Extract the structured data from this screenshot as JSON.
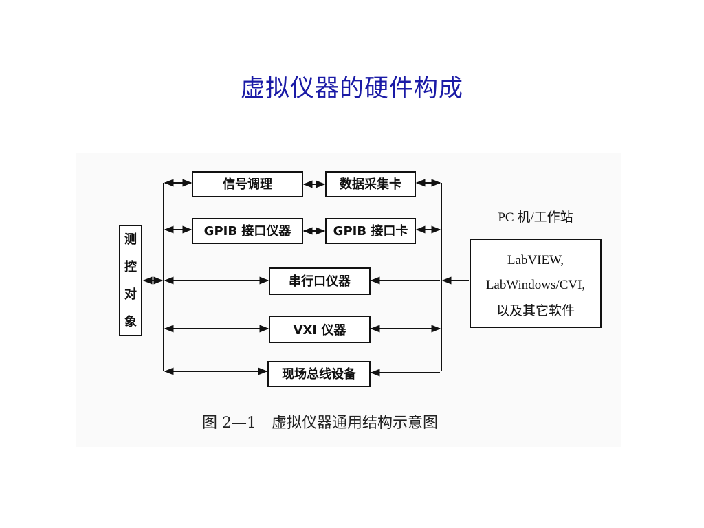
{
  "slide": {
    "title": "虚拟仪器的硬件构成"
  },
  "diagram": {
    "target_object": [
      "测",
      "控",
      "对",
      "象"
    ],
    "nodes": {
      "signal_conditioning": "信号调理",
      "daq_card": "数据采集卡",
      "gpib_instrument": "GPIB 接口仪器",
      "gpib_card": "GPIB 接口卡",
      "serial_instrument": "串行口仪器",
      "vxi_instrument": "VXI 仪器",
      "fieldbus_device": "现场总线设备"
    },
    "pc": {
      "label": "PC 机/工作站",
      "software_lines": [
        "LabVIEW,",
        "LabWindows/CVI,",
        "以及其它软件"
      ]
    },
    "caption": "图 2—1　虚拟仪器通用结构示意图"
  }
}
